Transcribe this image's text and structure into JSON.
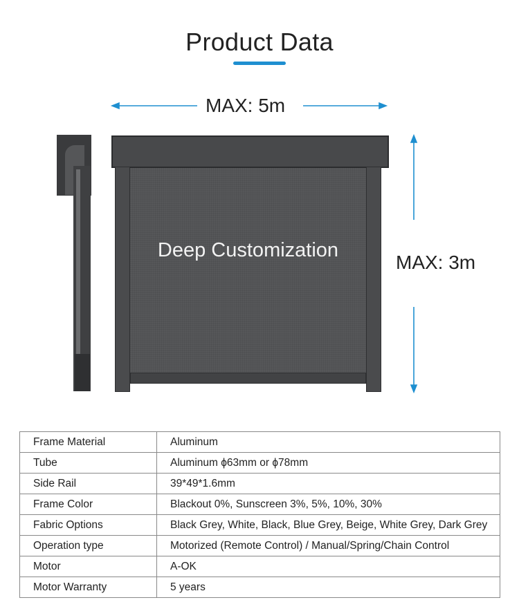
{
  "title": "Product Data",
  "accent_color": "#1e8fd0",
  "dimensions": {
    "width_label": "MAX: 5m",
    "height_label": "MAX: 3m"
  },
  "illustration": {
    "overlay_text": "Deep Customization"
  },
  "specs": [
    {
      "label": "Frame Material",
      "value": "Aluminum"
    },
    {
      "label": "Tube",
      "value": "Aluminum ϕ63mm or ϕ78mm"
    },
    {
      "label": "Side Rail",
      "value": "39*49*1.6mm"
    },
    {
      "label": "Frame Color",
      "value": "Blackout 0%, Sunscreen 3%, 5%, 10%, 30%"
    },
    {
      "label": "Fabric Options",
      "value": "Black Grey, White, Black, Blue Grey, Beige, White Grey, Dark Grey"
    },
    {
      "label": "Operation type",
      "value": "Motorized (Remote Control) / Manual/Spring/Chain Control"
    },
    {
      "label": "Motor",
      "value": "A-OK"
    },
    {
      "label": "Motor Warranty",
      "value": "5 years"
    }
  ]
}
